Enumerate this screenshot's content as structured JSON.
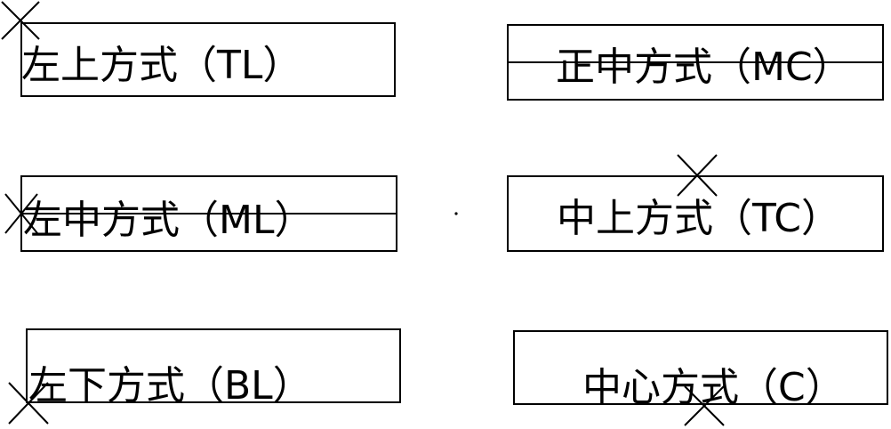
{
  "diagram": {
    "title": "",
    "examples": [
      {
        "id": "tl",
        "label": "左上方式（TL）"
      },
      {
        "id": "mc",
        "label": "正中方式（MC）"
      },
      {
        "id": "ml",
        "label": "左中方式（ML）"
      },
      {
        "id": "tc",
        "label": "中上方式（TC）"
      },
      {
        "id": "bl",
        "label": "左下方式（BL）"
      },
      {
        "id": "c",
        "label": "中心方式（C）"
      }
    ]
  },
  "colors": {
    "line": "#000000",
    "background": "#ffffff"
  }
}
